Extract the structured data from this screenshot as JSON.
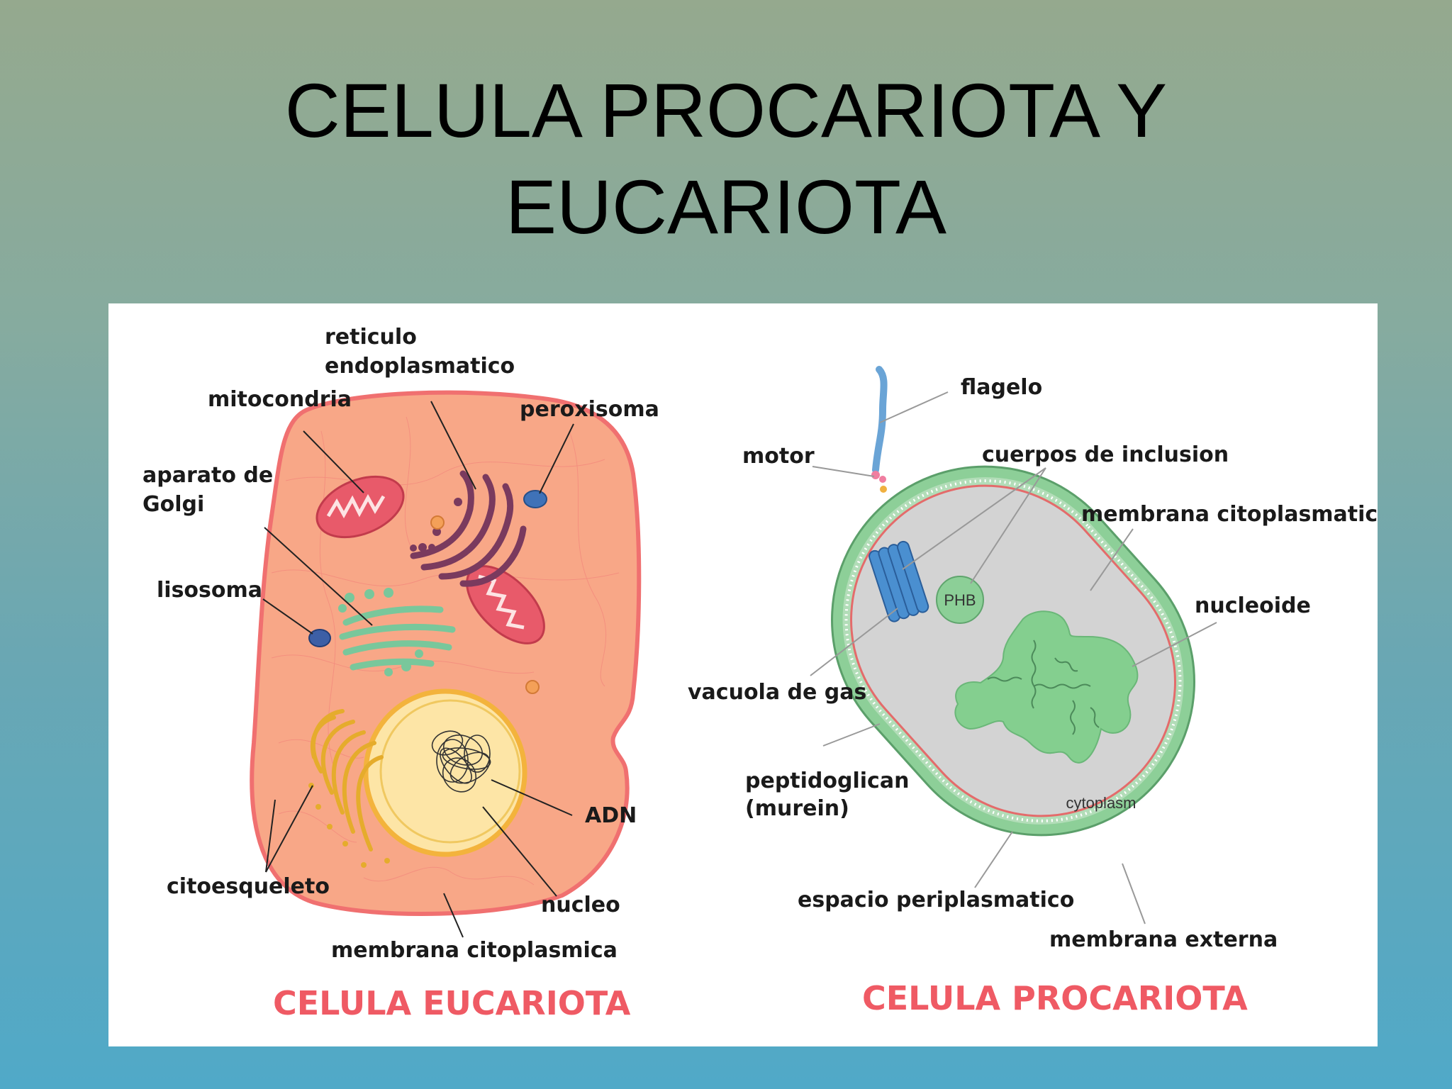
{
  "slide": {
    "title_line1": "CELULA PROCARIOTA Y",
    "title_line2": "EUCARIOTA"
  },
  "eukaryote": {
    "caption": "CELULA EUCARIOTA",
    "labels": {
      "reticulo_l1": "reticulo",
      "reticulo_l2": "endoplasmatico",
      "mitocondria": "mitocondria",
      "peroxisoma": "peroxisoma",
      "golgi_l1": "aparato de",
      "golgi_l2": "Golgi",
      "lisosoma": "lisosoma",
      "adn": "ADN",
      "citoesqueleto": "citoesqueleto",
      "nucleo": "nucleo",
      "membrana": "membrana citoplasmica"
    }
  },
  "prokaryote": {
    "caption": "CELULA PROCARIOTA",
    "labels": {
      "flagelo": "flagelo",
      "motor": "motor",
      "cuerpos": "cuerpos de inclusion",
      "membrana_cito": "membrana citoplasmatica",
      "nucleoide": "nucleoide",
      "vacuola": "vacuola de gas",
      "peptido_l1": "peptidoglican",
      "peptido_l2": "(murein)",
      "espacio": "espacio periplasmatico",
      "membrana_ext": "membrana externa",
      "phb": "PHB",
      "cytoplasm": "cytoplasm"
    }
  },
  "colors": {
    "euk_cytoplasm": "#f8a787",
    "euk_membrane": "#f07070",
    "nucleus": "#fde5a6",
    "golgi": "#79c79b",
    "er": "#7a3a5e",
    "mito": "#e85a6a",
    "peroxisome": "#3f72b8",
    "pro_wall": "#8dcf98",
    "pro_cytoplasm": "#d3d3d3",
    "nucleoid": "#84cf8f",
    "caption": "#ef5a64"
  }
}
